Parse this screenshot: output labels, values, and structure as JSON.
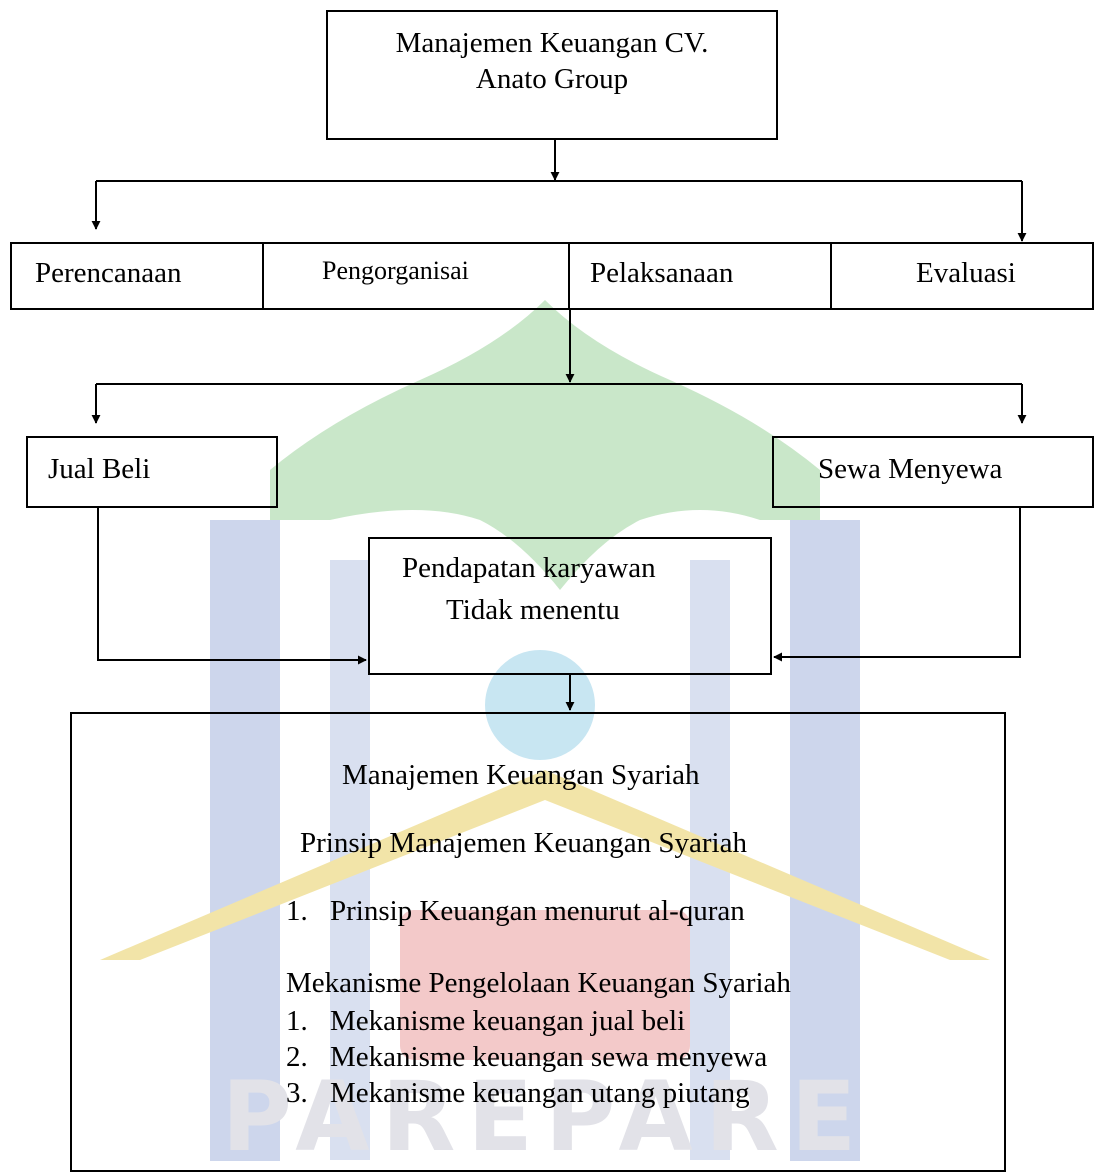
{
  "top_box": {
    "line1": "Manajemen Keuangan  CV.",
    "line2": "Anato  Group"
  },
  "functions": {
    "perencanaan": "Perencanaan",
    "pengorganisasian": "Pengorganisai",
    "pelaksanaan": "Pelaksanaan",
    "evaluasi": "Evaluasi"
  },
  "activities": {
    "jual_beli": "Jual Beli",
    "sewa_menyewa": "Sewa Menyewa"
  },
  "income_box": {
    "line1": "Pendapatan karyawan",
    "line2": "Tidak menentu"
  },
  "syariah_box": {
    "title": "Manajemen Keuangan Syariah",
    "principle_heading": "Prinsip Manajemen  Keuangan Syariah",
    "principles": [
      {
        "num": "1.",
        "text": "Prinsip Keuangan menurut al-quran"
      }
    ],
    "mechanism_heading": "Mekanisme  Pengelolaan Keuangan Syariah",
    "mechanisms": [
      {
        "num": "1.",
        "text": "Mekanisme keuangan jual beli"
      },
      {
        "num": "2.",
        "text": "Mekanisme keuangan sewa menyewa"
      },
      {
        "num": "3.",
        "text": "Mekanisme keuangan utang piutang"
      }
    ]
  },
  "watermark": {
    "text": "PAREPARE",
    "colors": {
      "green": "#b6e0b6",
      "blue": "#c9d4ea",
      "yellow": "#f3e6b0",
      "red": "#f2c2c2"
    }
  }
}
